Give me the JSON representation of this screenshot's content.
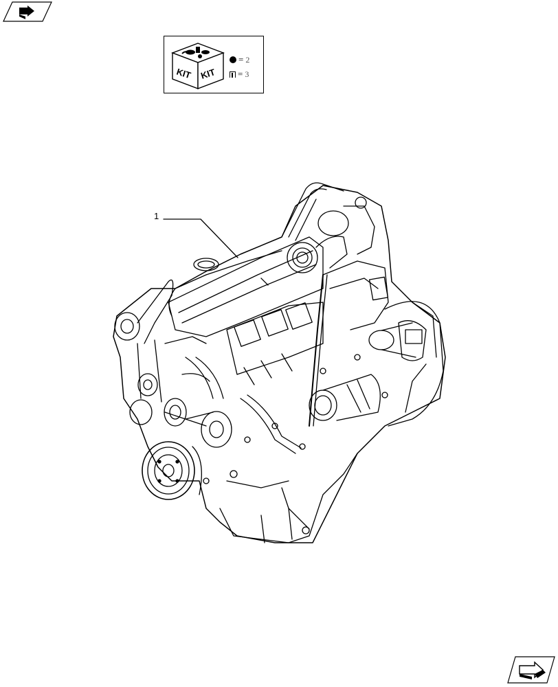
{
  "page": {
    "kit_legend": {
      "kit_labels": [
        "KIT",
        "KIT"
      ],
      "rows": [
        {
          "symbol": "bullet-dot",
          "equals": "=",
          "value": "2"
        },
        {
          "symbol": "bracket-link",
          "equals": "=",
          "value": "3"
        }
      ]
    },
    "callouts": [
      {
        "number": "1"
      }
    ],
    "icons": {
      "corner_tab": "page-tab-arrow-icon",
      "navigation": "next-page-arrow-icon"
    },
    "colors": {
      "line": "#000000",
      "background": "#ffffff"
    }
  }
}
